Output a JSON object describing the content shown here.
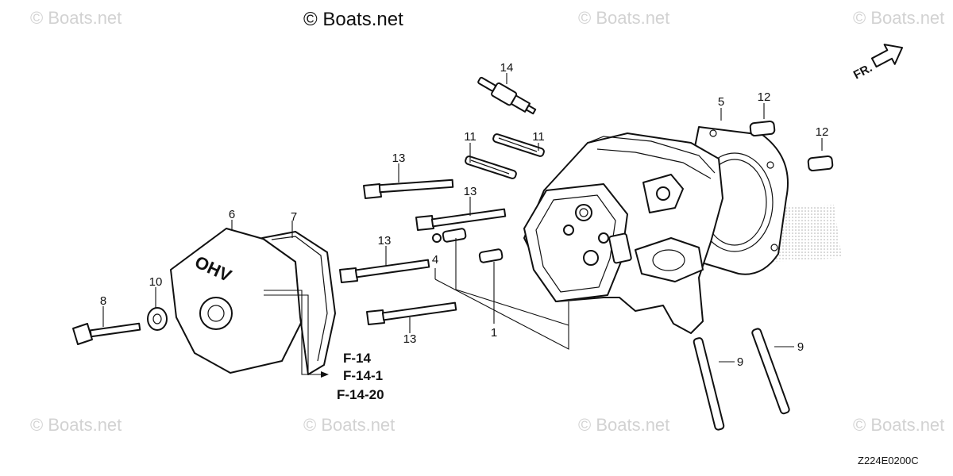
{
  "watermarks": {
    "main": "© Boats.net",
    "corner": "© Boats.net"
  },
  "direction_label": "FR.",
  "diagram_code": "Z224E0200C",
  "references": [
    "F-14",
    "F-14-1",
    "F-14-20"
  ],
  "callouts": {
    "c1": "1",
    "c4": "4",
    "c5": "5",
    "c6": "6",
    "c7": "7",
    "c8": "8",
    "c9a": "9",
    "c9b": "9",
    "c10": "10",
    "c11a": "11",
    "c11b": "11",
    "c12a": "12",
    "c12b": "12",
    "c13a": "13",
    "c13b": "13",
    "c13c": "13",
    "c13d": "13",
    "c14": "14"
  },
  "cover_lettering": "OHV"
}
